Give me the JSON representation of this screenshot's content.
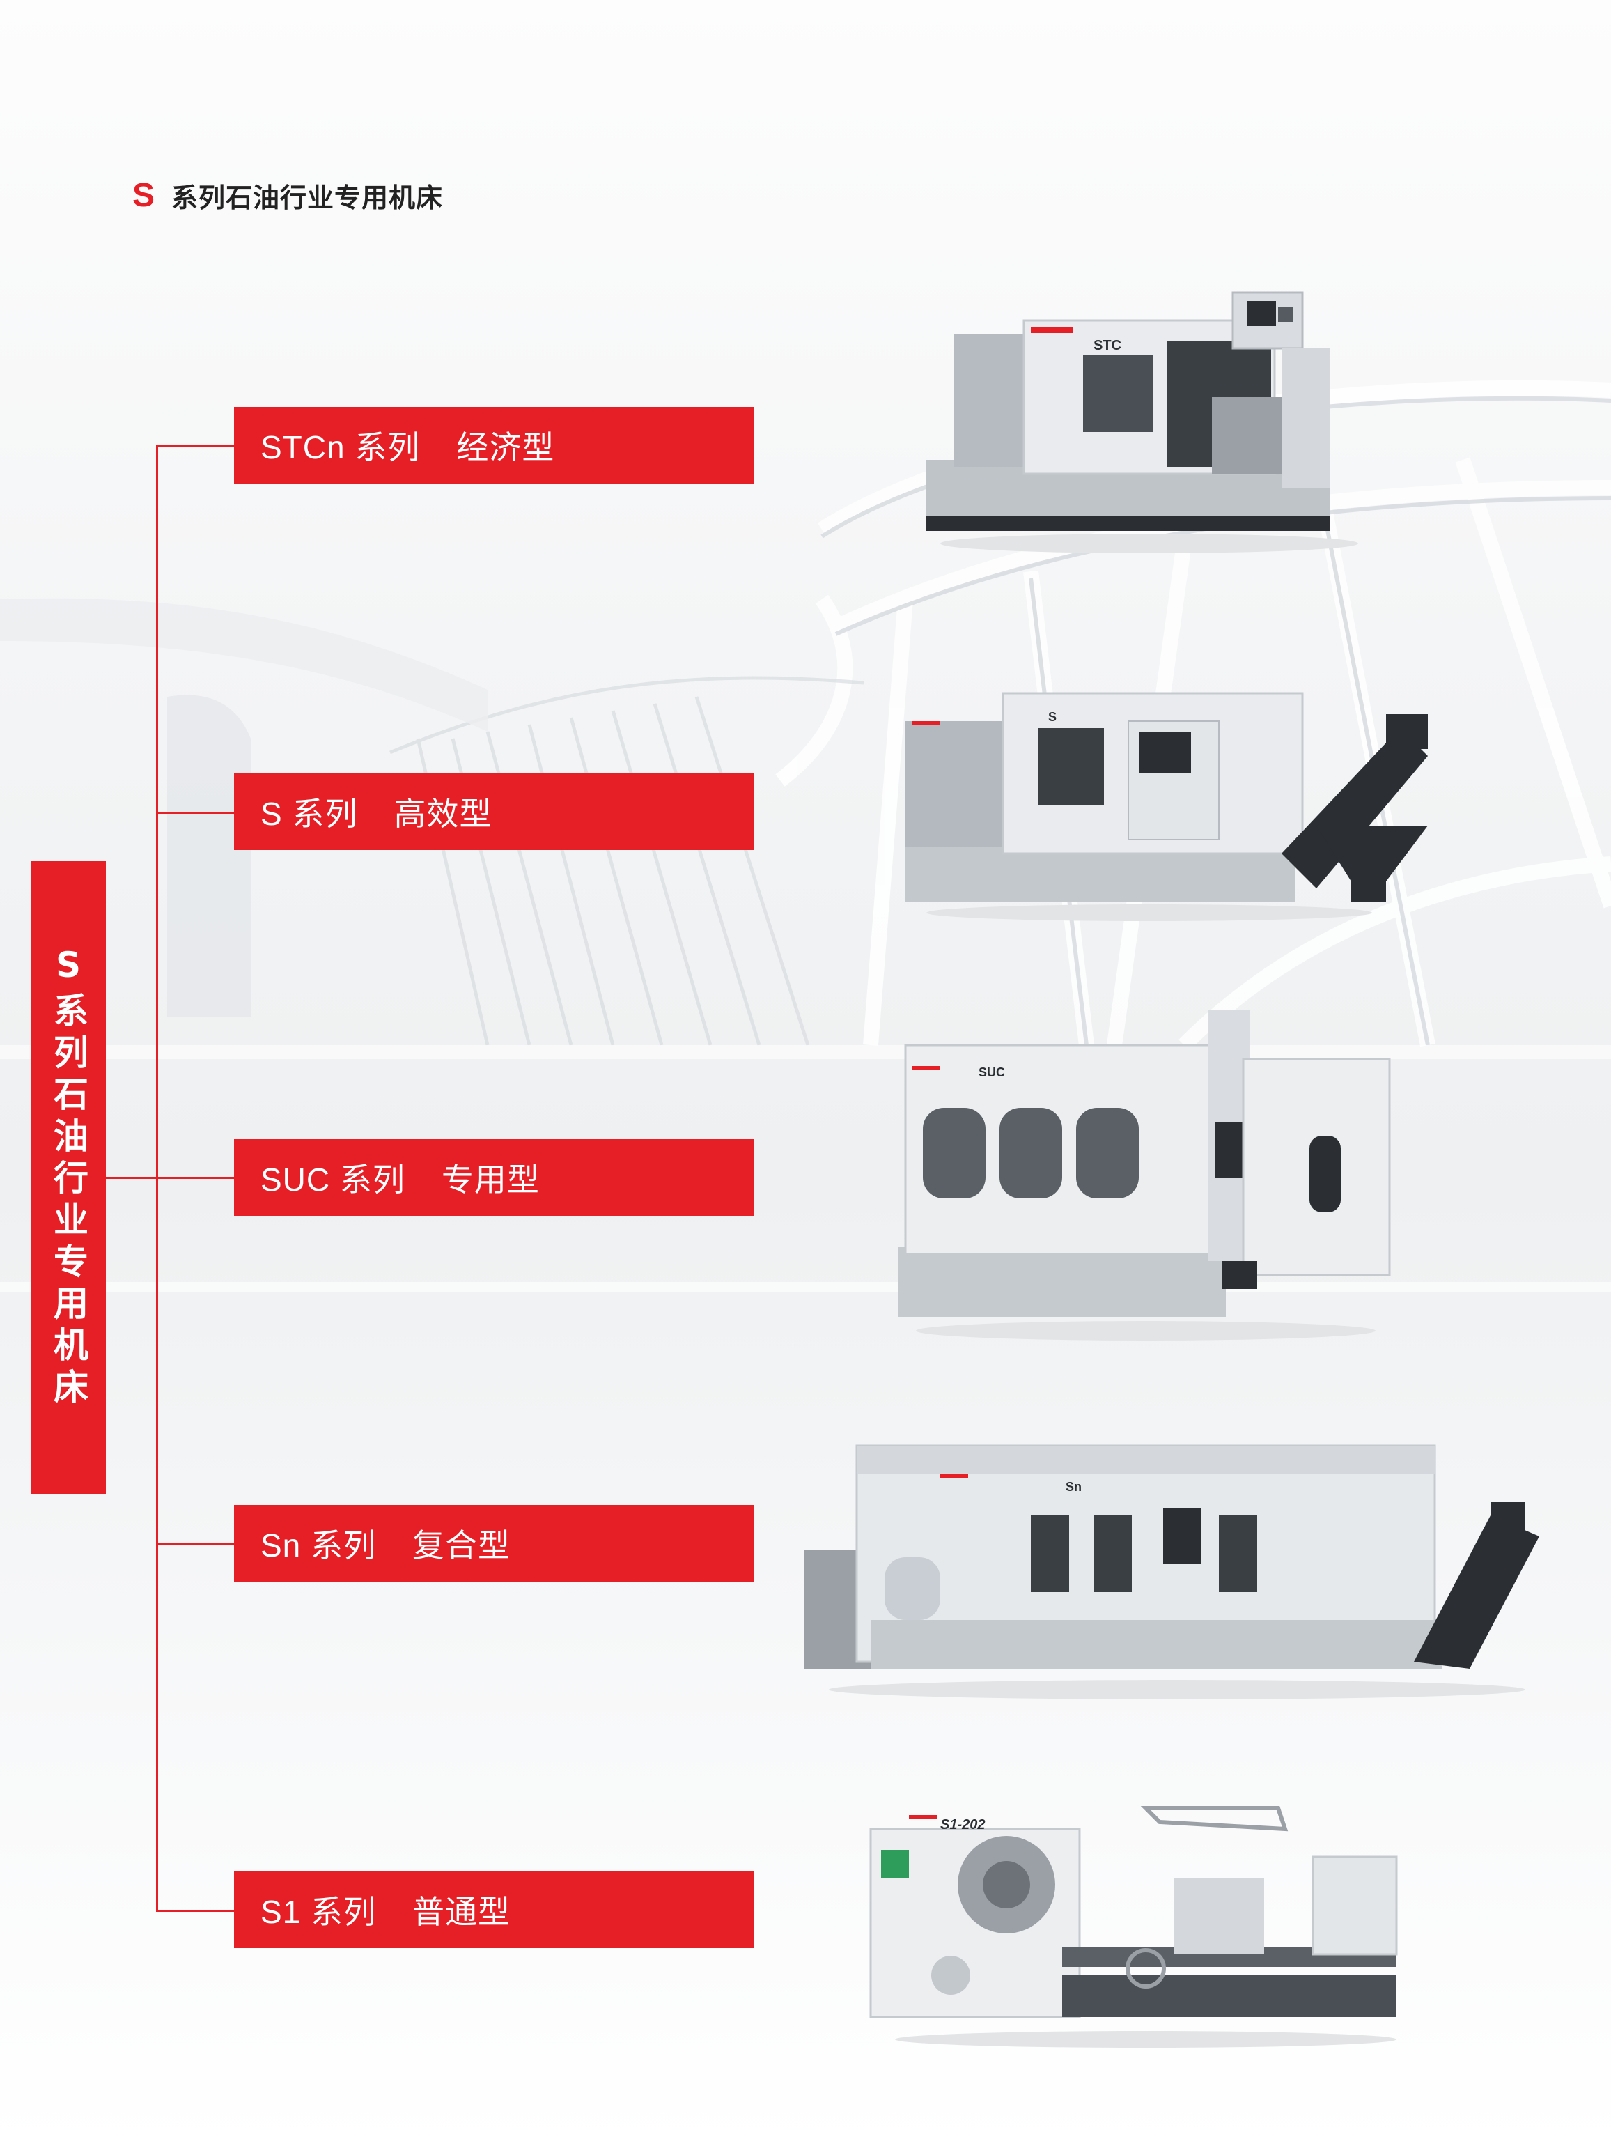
{
  "heading": {
    "mark": "S",
    "text": "系列石油行业专用机床"
  },
  "vertical_tag": "S系列石油行业专用机床",
  "series": [
    {
      "name": "STCn 系列",
      "type": "经济型",
      "machine_label": "STC"
    },
    {
      "name": "S 系列",
      "type": "高效型",
      "machine_label": "S"
    },
    {
      "name": "SUC 系列",
      "type": "专用型",
      "machine_label": "SUC"
    },
    {
      "name": "Sn 系列",
      "type": "复合型",
      "machine_label": "Sn"
    },
    {
      "name": "S1 系列",
      "type": "普通型",
      "machine_label": "S1-202"
    }
  ],
  "colors": {
    "accent": "#e61e25",
    "machine_light": "#e9ebee",
    "machine_mid": "#c9ced4",
    "machine_dark": "#2b2f33"
  }
}
